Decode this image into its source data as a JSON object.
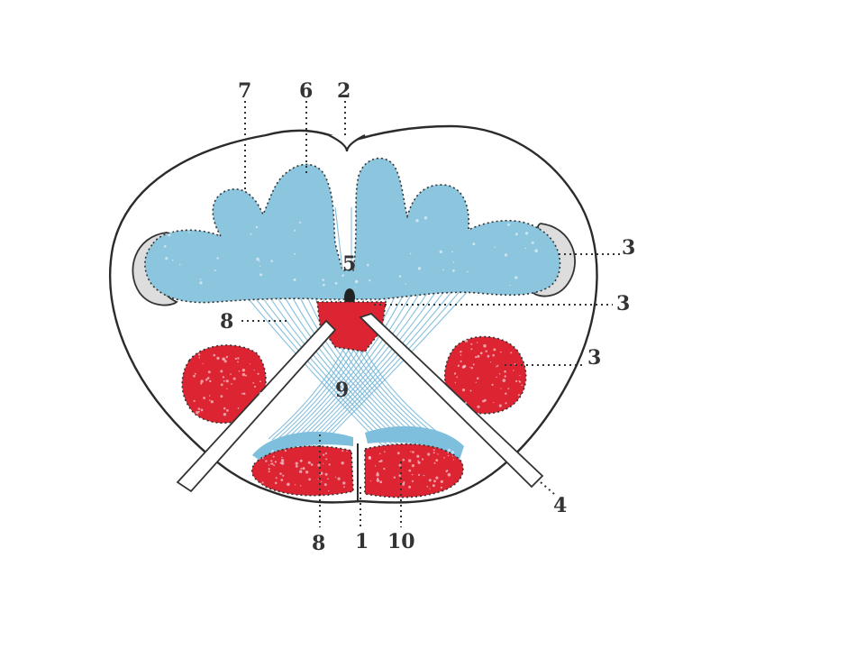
{
  "labels": {
    "l1": "1",
    "l2": "2",
    "l3a": "3",
    "l3b": "3",
    "l3c": "3",
    "l4": "4",
    "l5": "5",
    "l6": "6",
    "l7": "7",
    "l8a": "8",
    "l8b": "8",
    "l9": "9",
    "l10": "10"
  },
  "colors": {
    "blue_matter": "#8cc6de",
    "red_matter": "#dc2433",
    "outline": "#2b2b2b"
  }
}
